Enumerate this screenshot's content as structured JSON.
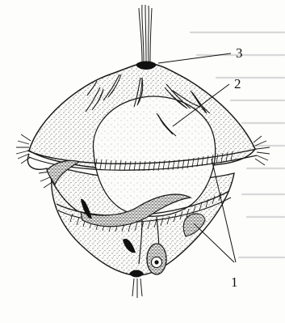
{
  "figure": {
    "labels": {
      "label_1": "1",
      "label_2": "2",
      "label_3": "3"
    },
    "colors": {
      "ink": "#1a1a1a",
      "paper": "#fdfdfc",
      "bleed": "#d4d4d6"
    }
  }
}
